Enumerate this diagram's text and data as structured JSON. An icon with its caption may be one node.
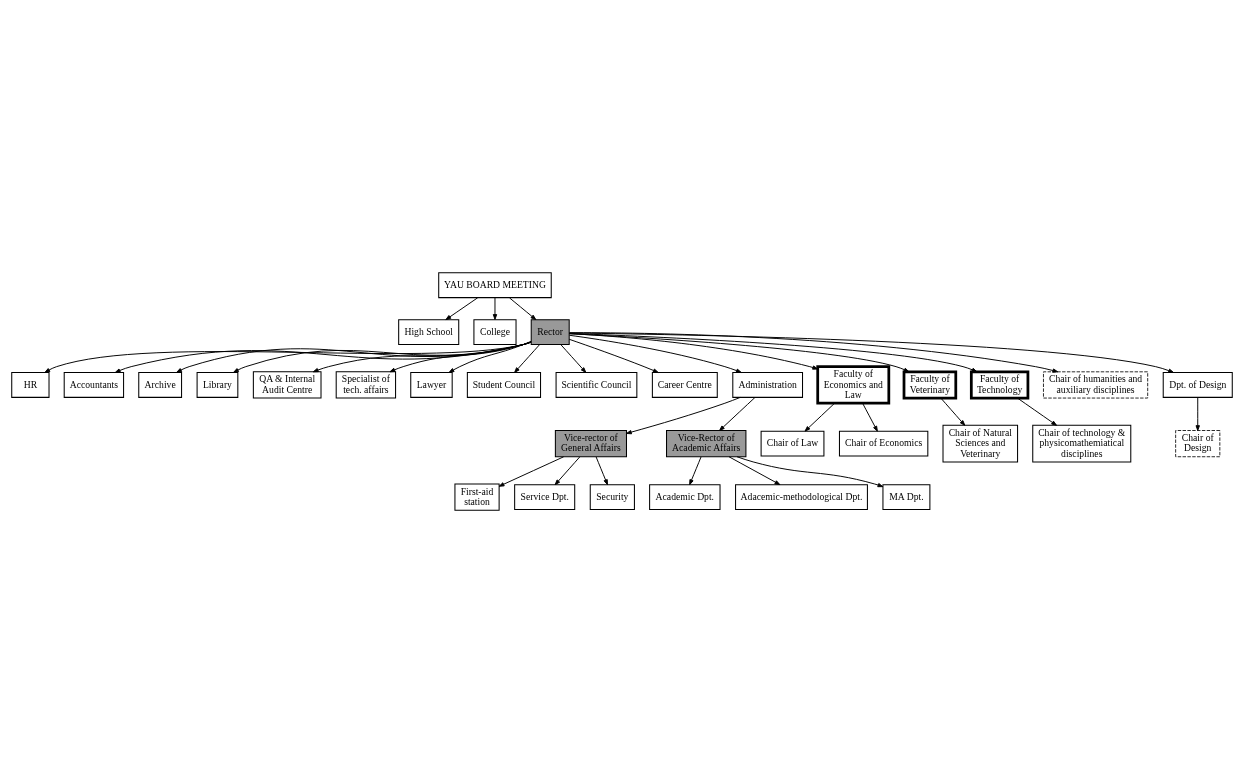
{
  "diagram": {
    "nodes": [
      {
        "text": [
          "YAU BOARD MEETING"
        ]
      },
      {
        "text": [
          "High School"
        ]
      },
      {
        "text": [
          "College"
        ]
      },
      {
        "text": [
          "HR"
        ]
      },
      {
        "text": [
          "Accountants"
        ]
      },
      {
        "text": [
          "Archive"
        ]
      },
      {
        "text": [
          "Library"
        ]
      },
      {
        "text": [
          "Rector"
        ]
      },
      {
        "text": [
          "QA & Internal Audit Centre"
        ]
      },
      {
        "text": [
          "Specialist of tech. affairs"
        ]
      },
      {
        "text": [
          "Lawyer"
        ]
      },
      {
        "text": [
          "Student Council"
        ]
      },
      {
        "text": [
          "Scientific Council"
        ]
      },
      {
        "text": [
          "Career Centre"
        ]
      },
      {
        "text": [
          "Administration"
        ]
      },
      {
        "text": [
          "Chair of Law"
        ]
      },
      {
        "text": [
          "Faculty of Economics and Law"
        ]
      },
      {
        "text": [
          "Chair of Economics"
        ]
      },
      {
        "text": [
          "Vice-rector of General Affairs"
        ]
      },
      {
        "text": [
          "Vice-Rector of Academic Affairs"
        ]
      },
      {
        "text": [
          "Faculty of Veterinary"
        ]
      },
      {
        "text": [
          "Chair of Natural Sciences and Veterinary"
        ]
      },
      {
        "text": [
          "Faculty of Technology"
        ]
      },
      {
        "text": [
          "Chair of technology & physicomathemiatical disciplines"
        ]
      },
      {
        "text": [
          "First-aid station"
        ]
      },
      {
        "text": [
          "Academic Dpt."
        ]
      },
      {
        "text": [
          "Adacemic-methodological Dpt."
        ]
      },
      {
        "text": [
          "Chair of humanities and auxiliary disciplines"
        ]
      },
      {
        "text": [
          "Dpt. of Design"
        ]
      },
      {
        "text": [
          "Chair of Design"
        ]
      },
      {
        "text": [
          "MA Dpt."
        ]
      },
      {
        "text": [
          "Service Dpt."
        ]
      },
      {
        "text": [
          "Security"
        ]
      }
    ],
    "edges": [
      {
        "from": 0,
        "to": 1,
        "arrow": "to"
      },
      {
        "from": 0,
        "to": 2,
        "arrow": "to"
      },
      {
        "from": 0,
        "to": 7,
        "arrow": "to"
      },
      {
        "from": 7,
        "to": 3,
        "arrow": "to"
      },
      {
        "from": 7,
        "to": 4,
        "arrow": "to"
      },
      {
        "from": 7,
        "to": 5,
        "arrow": "to"
      },
      {
        "from": 7,
        "to": 6,
        "arrow": "to"
      },
      {
        "from": 7,
        "to": 8,
        "arrow": "to"
      },
      {
        "from": 7,
        "to": 9,
        "arrow": "to"
      },
      {
        "from": 7,
        "to": 10,
        "arrow": "to"
      },
      {
        "from": 7,
        "to": 11,
        "arrow": "to"
      },
      {
        "from": 7,
        "to": 12,
        "arrow": "to"
      },
      {
        "from": 7,
        "to": 13,
        "arrow": "to"
      },
      {
        "from": 7,
        "to": 14,
        "arrow": "to"
      },
      {
        "from": 7,
        "to": 16,
        "arrow": "to"
      },
      {
        "from": 7,
        "to": 20,
        "arrow": "to"
      },
      {
        "from": 7,
        "to": 22,
        "arrow": "to"
      },
      {
        "from": 7,
        "to": 27,
        "arrow": "to"
      },
      {
        "from": 7,
        "to": 28,
        "arrow": "to"
      },
      {
        "from": 16,
        "to": 15,
        "arrow": "to"
      },
      {
        "from": 16,
        "to": 17,
        "arrow": "to"
      },
      {
        "from": 20,
        "to": 21,
        "arrow": "to"
      },
      {
        "from": 22,
        "to": 23,
        "arrow": "to"
      },
      {
        "from": 28,
        "to": 29,
        "arrow": "to"
      },
      {
        "from": 14,
        "to": 19,
        "arrow": "to"
      },
      {
        "from": 14,
        "to": 18,
        "arrow": "to"
      },
      {
        "from": 19,
        "to": 25,
        "arrow": "to"
      },
      {
        "from": 19,
        "to": 30,
        "arrow": "to"
      },
      {
        "from": 19,
        "to": 26,
        "arrow": "to"
      },
      {
        "from": 18,
        "to": 24,
        "arrow": "to"
      },
      {
        "from": 18,
        "to": 31,
        "arrow": "to"
      },
      {
        "from": 18,
        "to": 32,
        "arrow": "to"
      }
    ]
  }
}
